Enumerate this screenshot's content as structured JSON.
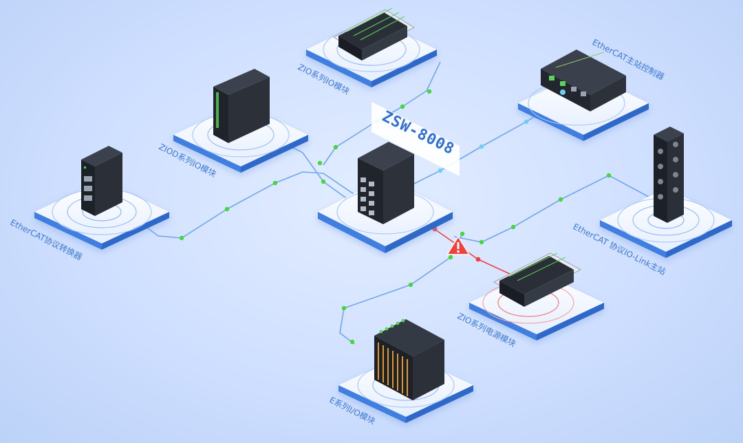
{
  "hub": {
    "label": "ZSW-8008"
  },
  "devices": [
    {
      "id": "zio-io",
      "label": "ZIO系列IO模块",
      "icon": "io-module-icon",
      "status": "ok"
    },
    {
      "id": "ethercat-master",
      "label": "EtherCAT主站控制器",
      "icon": "controller-icon",
      "status": "ok"
    },
    {
      "id": "ziod-io",
      "label": "ZIOD系列IO模块",
      "icon": "io-module-icon",
      "status": "ok"
    },
    {
      "id": "ethercat-converter",
      "label": "EtherCAT协议转换器",
      "icon": "converter-icon",
      "status": "ok"
    },
    {
      "id": "iolink-master",
      "label": "EtherCAT 协议IO-Link主站",
      "icon": "iolink-icon",
      "status": "ok"
    },
    {
      "id": "zio-power",
      "label": "ZIO系列电源模块",
      "icon": "power-module-icon",
      "status": "fault"
    },
    {
      "id": "e-series-io",
      "label": "E系列I/O模块",
      "icon": "terminal-io-icon",
      "status": "ok"
    }
  ],
  "colors": {
    "link": "#6fa6ee",
    "node": "#45d63a",
    "fault": "#f0413c",
    "label": "#3b78d8"
  },
  "icons": {
    "warning": "warning-icon"
  }
}
